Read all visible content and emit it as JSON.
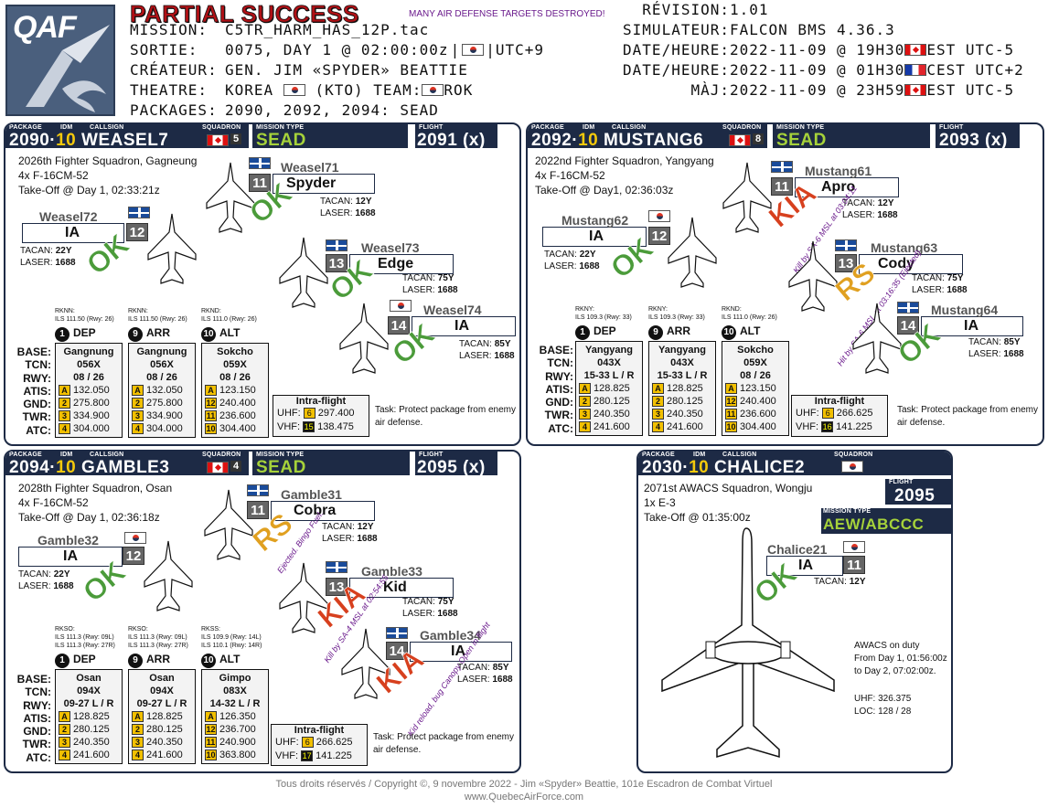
{
  "header": {
    "logo_text": "QAF",
    "result": "PARTIAL SUCCESS",
    "result_sub": "MANY AIR DEFENSE TARGETS DESTROYED!",
    "left_lines": [
      {
        "label": "MISSION:",
        "value": "C5TR_HARM_HAS_12P.tac"
      },
      {
        "label": "SORTIE:",
        "value": "0075, DAY 1 @ 02:00:00z",
        "suffix": "UTC+9"
      },
      {
        "label": "CRÉATEUR:",
        "value": "GEN. JIM «SPYDER» BEATTIE"
      },
      {
        "label": "THEATRE:",
        "value": "KOREA",
        "mid": "(KTO) TEAM:",
        "suffix": "ROK"
      },
      {
        "label": "PACKAGES:",
        "value": "2090, 2092, 2094: SEAD"
      }
    ],
    "right_lines": [
      {
        "label": "RÉVISION:",
        "value": "1.01"
      },
      {
        "label": "SIMULATEUR:",
        "value": "FALCON BMS 4.36.3"
      },
      {
        "label": "DATE/HEURE:",
        "value": "2022-11-09 @ 19H30",
        "suffix": "EST UTC-5"
      },
      {
        "label": "DATE/HEURE:",
        "value": "2022-11-09 @ 01H30",
        "suffix": "CEST UTC+2"
      },
      {
        "label": "MÀJ:",
        "value": "2022-11-09 @ 23H59",
        "suffix": "EST UTC-5"
      }
    ]
  },
  "labels": {
    "package": "PACKAGE",
    "idm": "IDM",
    "callsign": "CALLSIGN",
    "squadron": "SQUADRON",
    "mission_type": "MISSION TYPE",
    "flight": "FLIGHT",
    "tacan": "TACAN:",
    "laser": "LASER:",
    "base": "BASE:",
    "tcn": "TCN:",
    "rwy": "RWY:",
    "atis": "ATIS:",
    "gnd": "GND:",
    "twr": "TWR:",
    "atc": "ATC:",
    "intra": "Intra-flight",
    "uhf": "UHF:",
    "vhf": "VHF:",
    "dep": "DEP",
    "arr": "ARR",
    "alt": "ALT",
    "dep_n": "1",
    "arr_n": "9",
    "alt_n": "10",
    "ch_a": "A",
    "ch_2": "2",
    "ch_3": "3",
    "ch_4": "4",
    "ch_10": "10",
    "ch_11": "11",
    "ch_12": "12"
  },
  "p1": {
    "package": "2090",
    "idm": "10",
    "callsign": "WEASEL7",
    "sq_num": "5",
    "mission": "SEAD",
    "flight": "2091 (x)",
    "info": [
      "2026th Fighter Squadron, Gagneung",
      "4x F-16CM-52",
      "Take-Off @ Day 1, 02:33:21z"
    ],
    "f1": {
      "name": "Weasel71",
      "num": "11",
      "pilot": "Spyder",
      "tacan": "12Y",
      "laser": "1688",
      "status": "OK"
    },
    "f2": {
      "name": "Weasel72",
      "num": "12",
      "pilot": "IA",
      "tacan": "22Y",
      "laser": "1688",
      "status": "OK"
    },
    "f3": {
      "name": "Weasel73",
      "num": "13",
      "pilot": "Edge",
      "tacan": "75Y",
      "laser": "1688",
      "status": "OK"
    },
    "f4": {
      "name": "Weasel74",
      "num": "14",
      "pilot": "IA",
      "tacan": "85Y",
      "laser": "1688",
      "status": "OK"
    },
    "dep": {
      "icao": "RKNN:",
      "ils": "ILS 111.50 (Rwy: 26)",
      "base": "Gangnung",
      "tcn": "056X",
      "rwy": "08 / 26",
      "atis": "132.050",
      "gnd": "275.800",
      "twr": "334.900",
      "atc": "304.000"
    },
    "arr": {
      "icao": "RKNN:",
      "ils": "ILS 111.50 (Rwy: 26)",
      "base": "Gangnung",
      "tcn": "056X",
      "rwy": "08 / 26",
      "atis": "132.050",
      "gnd": "275.800",
      "twr": "334.900",
      "atc": "304.000"
    },
    "alt": {
      "icao": "RKND:",
      "ils": "ILS 111.0 (Rwy: 26)",
      "base": "Sokcho",
      "tcn": "059X",
      "rwy": "08 / 26",
      "atis": "123.150",
      "gnd": "240.400",
      "twr": "236.600",
      "atc": "304.400"
    },
    "intra": {
      "uhf_ch": "6",
      "uhf": "297.400",
      "vhf_ch": "15",
      "vhf": "138.475"
    },
    "task": "Task: Protect package from enemy air defense."
  },
  "p2": {
    "package": "2092",
    "idm": "10",
    "callsign": "MUSTANG6",
    "sq_num": "8",
    "mission": "SEAD",
    "flight": "2093 (x)",
    "info": [
      "2022nd Fighter Squadron, Yangyang",
      "4x F-16CM-52",
      "Take-Off @ Day1, 02:36:03z"
    ],
    "f1": {
      "name": "Mustang61",
      "num": "11",
      "pilot": "Apro",
      "tacan": "12Y",
      "laser": "1688",
      "status": "KIA",
      "note": "Kill by SA-6 MSL at 03:04:11"
    },
    "f2": {
      "name": "Mustang62",
      "num": "12",
      "pilot": "IA",
      "tacan": "22Y",
      "laser": "1688",
      "status": "OK"
    },
    "f3": {
      "name": "Mustang63",
      "num": "13",
      "pilot": "Cody",
      "tacan": "75Y",
      "laser": "1688",
      "status": "RS",
      "note": "Hit by SA-6 MSL at 03:16:35 (Ejected)"
    },
    "f4": {
      "name": "Mustang64",
      "num": "14",
      "pilot": "IA",
      "tacan": "85Y",
      "laser": "1688",
      "status": "OK"
    },
    "dep": {
      "icao": "RKNY:",
      "ils": "ILS 109.3 (Rwy: 33)",
      "base": "Yangyang",
      "tcn": "043X",
      "rwy": "15-33 L / R",
      "atis": "128.825",
      "gnd": "280.125",
      "twr": "240.350",
      "atc": "241.600"
    },
    "arr": {
      "icao": "RKNY:",
      "ils": "ILS 109.3 (Rwy: 33)",
      "base": "Yangyang",
      "tcn": "043X",
      "rwy": "15-33 L / R",
      "atis": "128.825",
      "gnd": "280.125",
      "twr": "240.350",
      "atc": "241.600"
    },
    "alt": {
      "icao": "RKND:",
      "ils": "ILS 111.0 (Rwy: 26)",
      "base": "Sokcho",
      "tcn": "059X",
      "rwy": "08 / 26",
      "atis": "123.150",
      "gnd": "240.400",
      "twr": "236.600",
      "atc": "304.400"
    },
    "intra": {
      "uhf_ch": "6",
      "uhf": "266.625",
      "vhf_ch": "16",
      "vhf": "141.225"
    },
    "task": "Task: Protect package from enemy air defense."
  },
  "p3": {
    "package": "2094",
    "idm": "10",
    "callsign": "GAMBLE3",
    "sq_num": "4",
    "mission": "SEAD",
    "flight": "2095 (x)",
    "info": [
      "2028th Fighter Squadron, Osan",
      "4x F-16CM-52",
      "Take-Off @ Day 1, 02:36:18z"
    ],
    "f1": {
      "name": "Gamble31",
      "num": "11",
      "pilot": "Cobra",
      "tacan": "12Y",
      "laser": "1688",
      "status": "RS",
      "note": "Ejected. Bingo Fuel."
    },
    "f2": {
      "name": "Gamble32",
      "num": "12",
      "pilot": "IA",
      "tacan": "22Y",
      "laser": "1688",
      "status": "OK"
    },
    "f3": {
      "name": "Gamble33",
      "num": "13",
      "pilot": "Kid",
      "tacan": "75Y",
      "laser": "1688",
      "status": "KIA",
      "note": "Kill by SA-4 MSL at 02:54:55"
    },
    "f4": {
      "name": "Gamble34",
      "num": "14",
      "pilot": "IA",
      "tacan": "85Y",
      "laser": "1688",
      "status": "KIA",
      "note": "Kid reload, bug Canopy Open in flight"
    },
    "dep": {
      "icao": "RKSO:",
      "ils": "ILS 111.3 (Rwy: 09L)",
      "ils2": "ILS 111.3 (Rwy: 27R)",
      "base": "Osan",
      "tcn": "094X",
      "rwy": "09-27 L / R",
      "atis": "128.825",
      "gnd": "280.125",
      "twr": "240.350",
      "atc": "241.600"
    },
    "arr": {
      "icao": "RKSO:",
      "ils": "ILS 111.3 (Rwy: 09L)",
      "ils2": "ILS 111.3 (Rwy: 27R)",
      "base": "Osan",
      "tcn": "094X",
      "rwy": "09-27 L / R",
      "atis": "128.825",
      "gnd": "280.125",
      "twr": "240.350",
      "atc": "241.600"
    },
    "alt": {
      "icao": "RKSS:",
      "ils": "ILS 109.9 (Rwy: 14L)",
      "ils2": "ILS 110.1 (Rwy: 14R)",
      "base": "Gimpo",
      "tcn": "083X",
      "rwy": "14-32 L / R",
      "atis": "126.350",
      "gnd": "236.700",
      "twr": "240.900",
      "atc": "363.800"
    },
    "intra": {
      "uhf_ch": "6",
      "uhf": "266.625",
      "vhf_ch": "17",
      "vhf": "141.225"
    },
    "task": "Task: Protect package from enemy air defense."
  },
  "p4": {
    "package": "2030",
    "idm": "10",
    "callsign": "CHALICE2",
    "flight": "2095",
    "mission": "AEW/ABCCC",
    "info": [
      "2071st AWACS Squadron, Wongju",
      "1x E-3",
      "Take-Off @ 01:35:00z"
    ],
    "f1": {
      "name": "Chalice21",
      "num": "11",
      "pilot": "IA",
      "tacan": "12Y",
      "status": "OK"
    },
    "duty": [
      "AWACS on duty",
      "From Day 1, 01:56:00z",
      "to      Day 2, 07:02:00z."
    ],
    "uhf": "UHF: 326.375",
    "loc": "LOC: 128 / 28"
  },
  "footer": {
    "line1": "Tous droits réservés / Copyright ©,  9 novembre 2022 - Jim «Spyder» Beattie, 101e Escadron de Combat Virtuel",
    "line2": "www.QuebecAirForce.com"
  }
}
